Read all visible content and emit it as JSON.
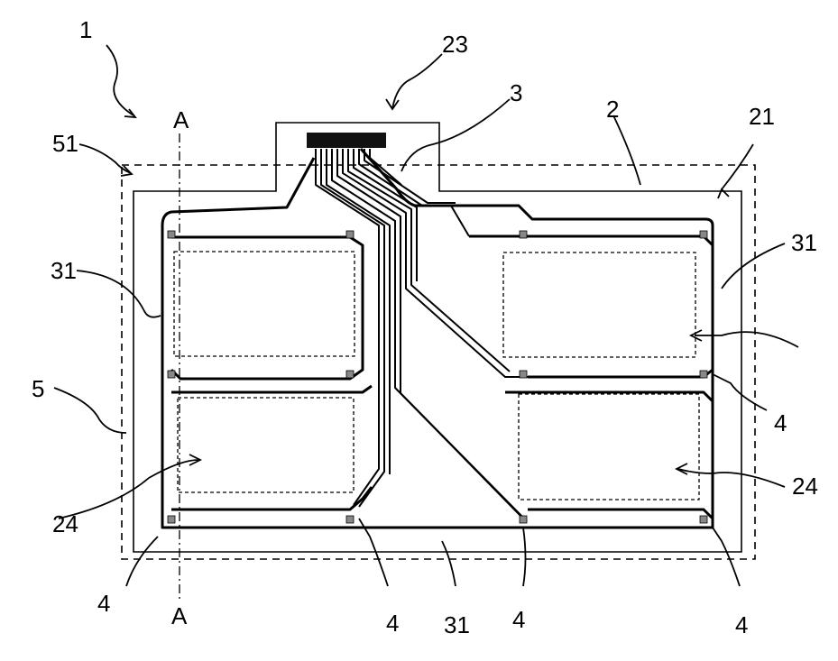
{
  "labels": {
    "l1": "1",
    "l23": "23",
    "l3": "3",
    "l2": "2",
    "l21": "21",
    "l51": "51",
    "lA_top": "A",
    "lA_bottom": "A",
    "l31_left": "31",
    "l31_right": "31",
    "l31_bottom": "31",
    "l5": "5",
    "l24_left": "24",
    "l24_right": "24",
    "l4_right_mid": "4",
    "l4_bl": "4",
    "l4_bm": "4",
    "l4_bc": "4",
    "l4_br": "4"
  }
}
